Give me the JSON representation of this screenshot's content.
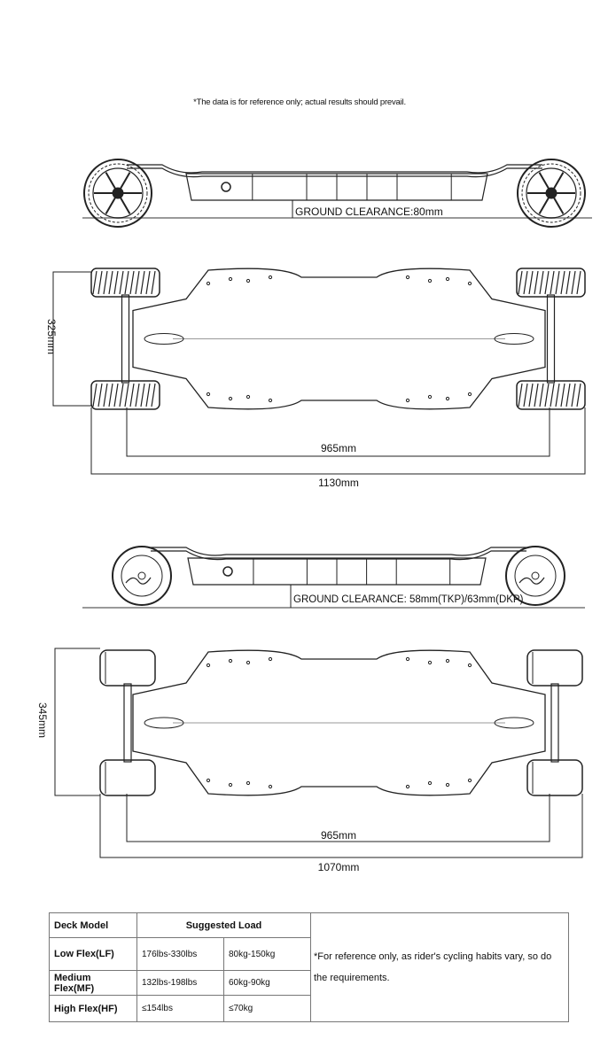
{
  "note": "*The data is for reference only; actual results should prevail.",
  "diagram1": {
    "clearance_label": "GROUND CLEARANCE:80mm",
    "width_label": "325mm",
    "wheelbase_label": "965mm",
    "length_label": "1130mm"
  },
  "diagram2": {
    "clearance_label": "GROUND CLEARANCE: 58mm(TKP)/63mm(DKP)",
    "width_label": "345mm",
    "wheelbase_label": "965mm",
    "length_label": "1070mm"
  },
  "table": {
    "header_model": "Deck Model",
    "header_load": "Suggested Load",
    "rows": [
      {
        "model": "Low Flex(LF)",
        "lbs": "176lbs-330lbs",
        "kg": "80kg-150kg"
      },
      {
        "model": "Medium Flex(MF)",
        "lbs": "132lbs-198lbs",
        "kg": "60kg-90kg"
      },
      {
        "model": "High Flex(HF)",
        "lbs": "≤154lbs",
        "kg": "≤70kg"
      }
    ],
    "remark": "*For reference only, as rider's cycling habits vary, so do the requirements."
  }
}
